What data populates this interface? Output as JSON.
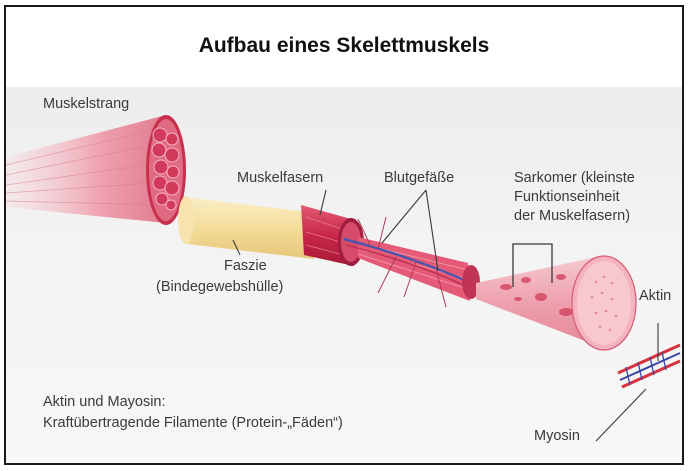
{
  "title": "Aufbau eines Skelettmuskels",
  "labels": {
    "muskelstrang": "Muskelstrang",
    "muskelfasern": "Muskelfasern",
    "blutgefaesse": "Blutgefäße",
    "sarkomer_1": "Sarkomer (kleinste",
    "sarkomer_2": "Funktionseinheit",
    "sarkomer_3": "der Muskelfasern)",
    "faszie_1": "Faszie",
    "faszie_2": "(Bindegewebshülle)",
    "aktin": "Aktin",
    "myosin": "Myosin",
    "legend_1": "Aktin und Mayosin:",
    "legend_2": "Kraftübertragende Filamente (Protein-„Fäden“)"
  },
  "colors": {
    "muscle_red": "#d2304e",
    "muscle_light": "#f0a5b2",
    "fascia_yellow": "#f3dd9a",
    "vessel_blue": "#3f57b0",
    "myosin_red": "#d8323c",
    "aktin_blue": "#3a47a8"
  }
}
